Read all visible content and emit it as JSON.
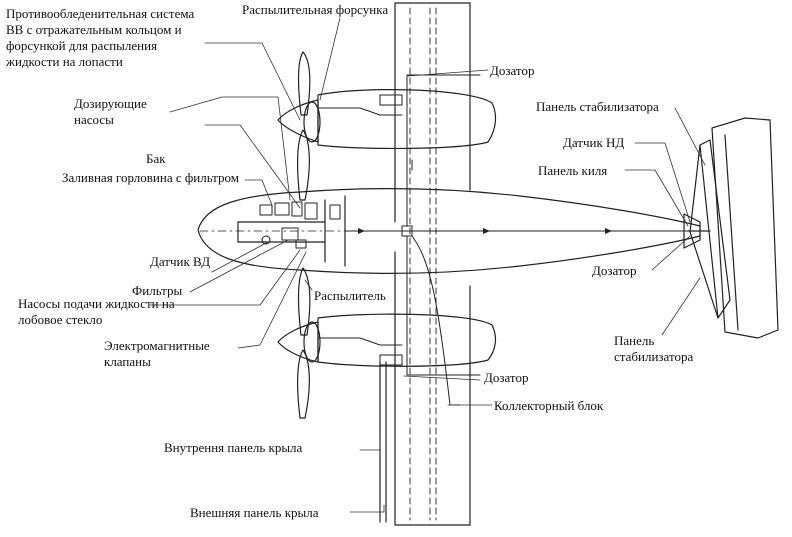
{
  "diagram": {
    "colors": {
      "line": "#222222",
      "leader": "#333333",
      "text": "#111111",
      "background": "#ffffff"
    },
    "labels": {
      "anti_ice_system": "Противообледенительная система ВВ с отражательным кольцом и форсункой для распыления жидкости на лопасти",
      "spray_nozzle": "Распылительная форсунка",
      "metering_pumps": "Дозирующие насосы",
      "tank": "Бак",
      "filler_neck": "Заливная горловина с фильтром",
      "hp_sensor": "Датчик ВД",
      "filters": "Фильтры",
      "windshield_pumps": "Насосы подачи жидкости на лобовое стекло",
      "solenoid_valves": "Электромагнитные клапаны",
      "sprayer": "Распылитель",
      "inner_wing_panel": "Внутрення панель крыла",
      "outer_wing_panel": "Внешняя панель крыла",
      "doser_top": "Дозатор",
      "stabilizer_panel_top": "Панель стабилизатора",
      "lp_sensor": "Датчик НД",
      "fin_panel": "Панель киля",
      "doser_tail": "Дозатор",
      "stabilizer_panel_bottom": "Панель стабилизатора",
      "doser_bottom": "Дозатор",
      "manifold_block": "Коллекторный блок"
    }
  }
}
